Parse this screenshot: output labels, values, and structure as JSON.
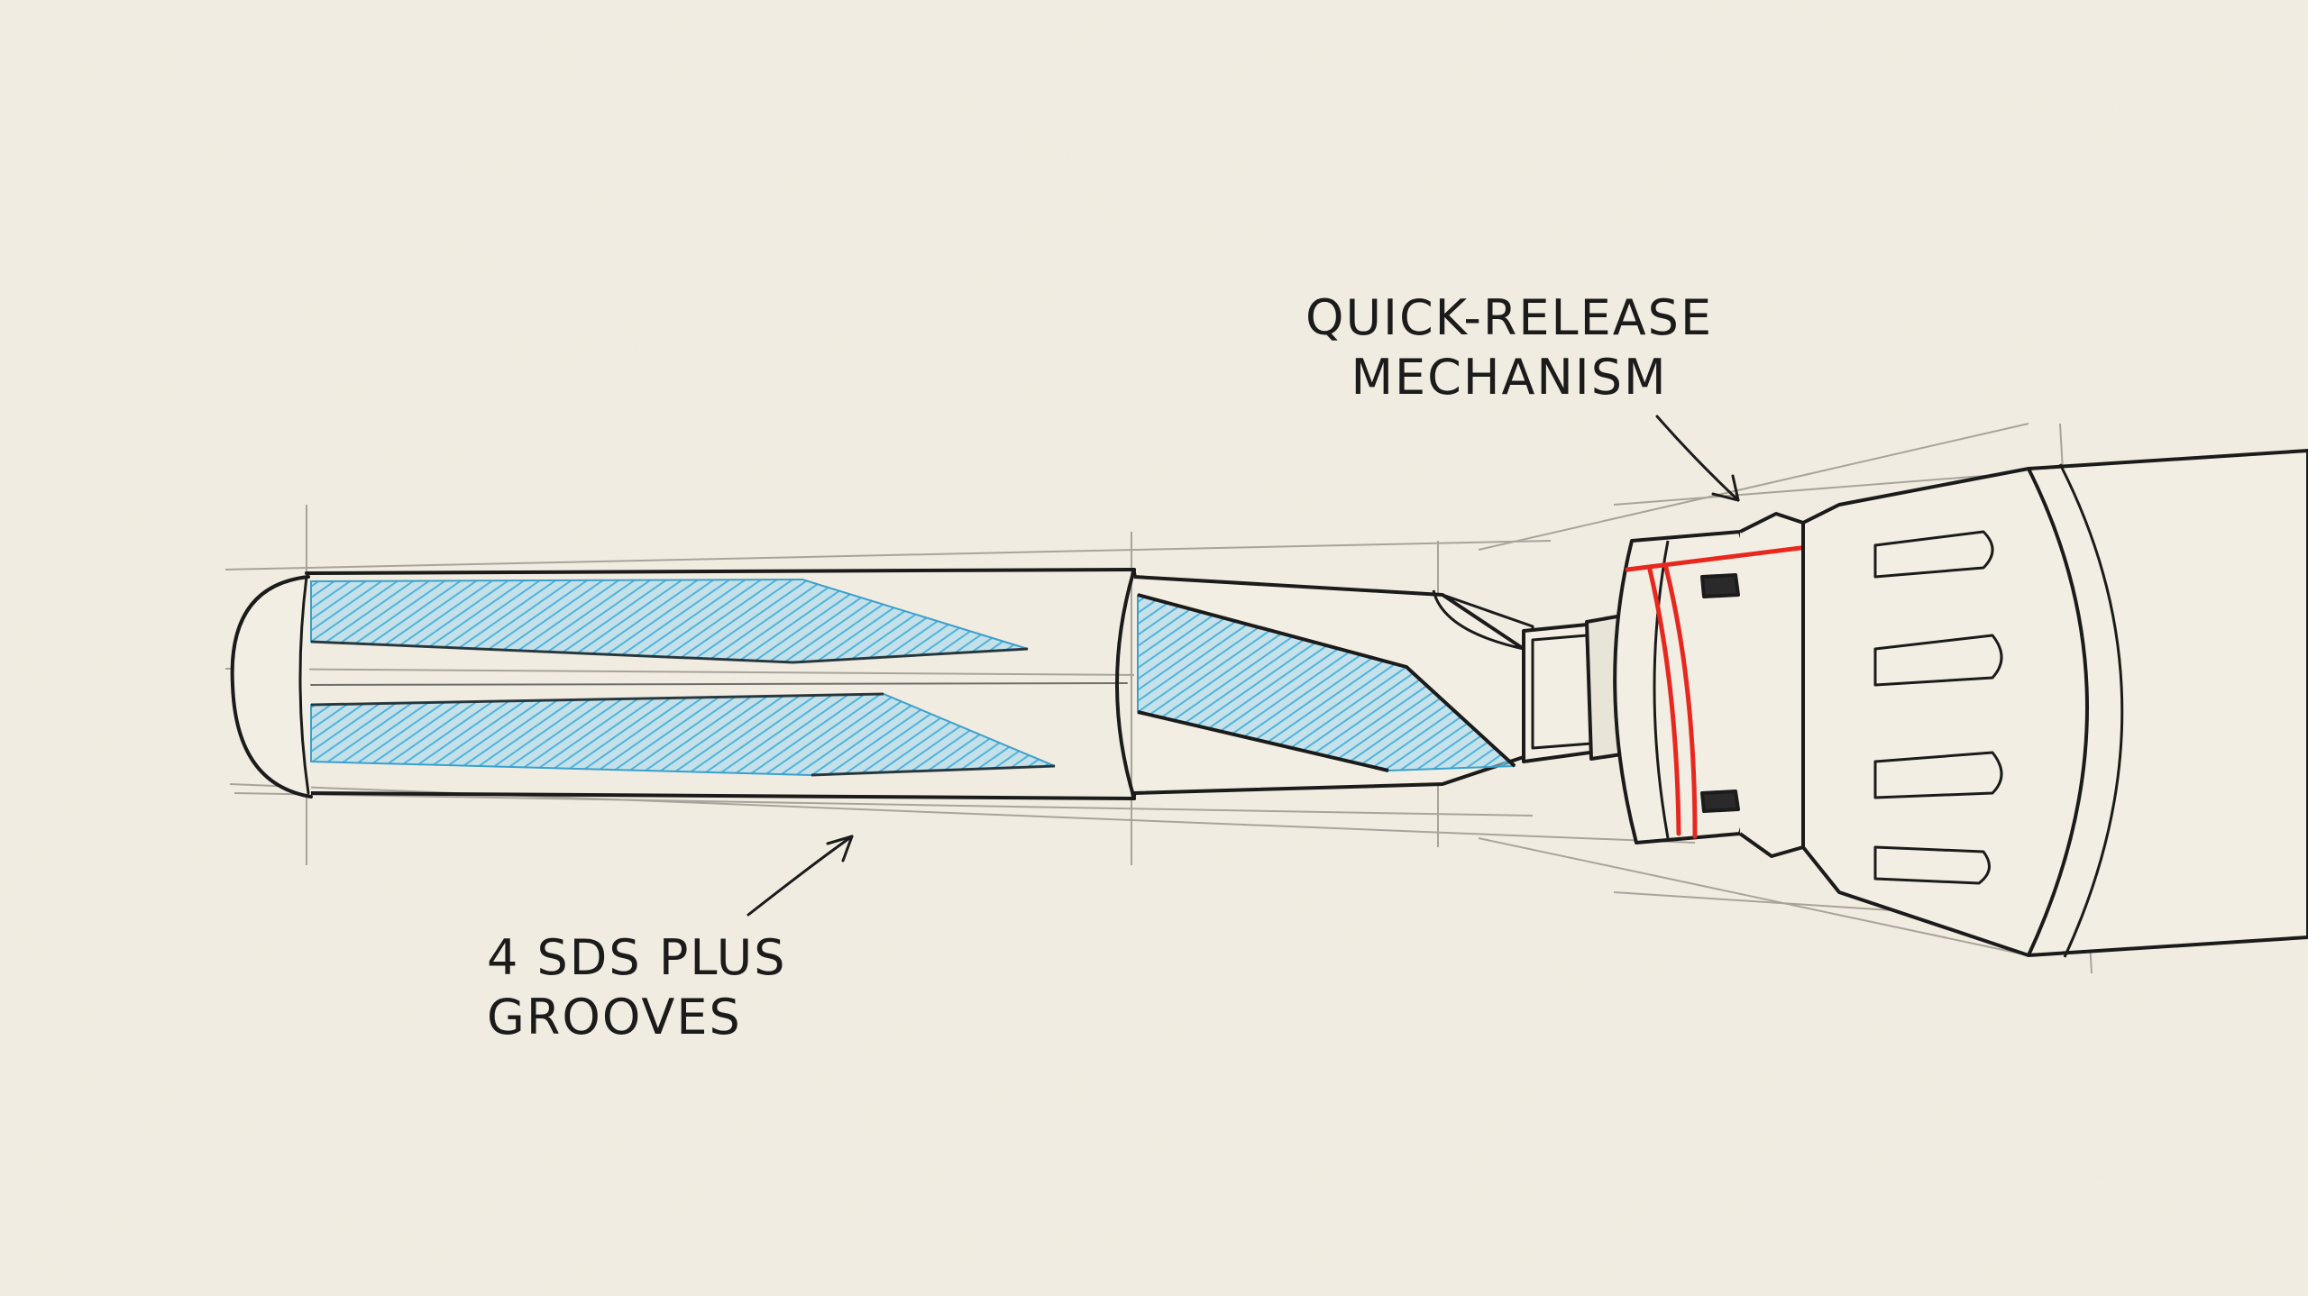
{
  "annotations": {
    "grooves": {
      "line1": "4 SDS PLUS",
      "line2": "GROOVES"
    },
    "quick_release": {
      "line1": "QUICK-RELEASE",
      "line2": "MECHANISM"
    }
  },
  "colors": {
    "paper": "#f3eee3",
    "ink": "#1b1b1b",
    "groove_blue": "#6cc3e6",
    "highlight_red": "#e8281e"
  }
}
